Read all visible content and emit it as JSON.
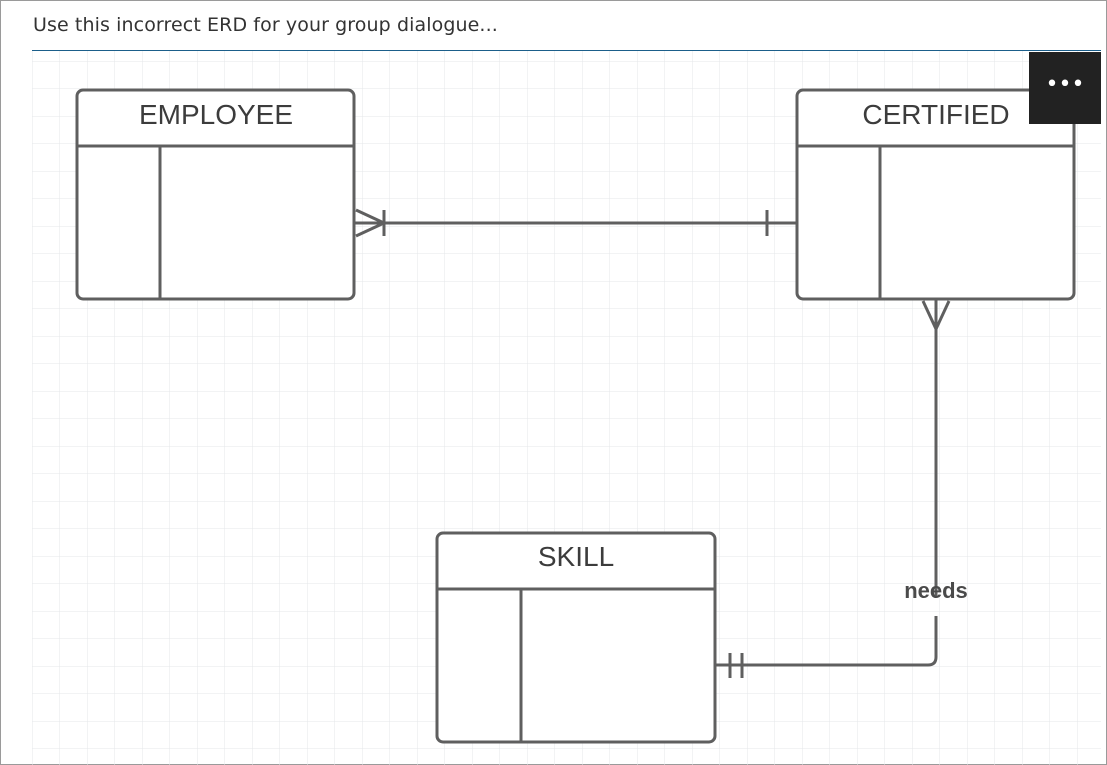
{
  "prompt": {
    "text": "Use this incorrect ERD for your group dialogue..."
  },
  "toolbar": {
    "more_label": "•••"
  },
  "diagram": {
    "entities": [
      {
        "id": "employee",
        "name": "EMPLOYEE"
      },
      {
        "id": "certified",
        "name": "CERTIFIED"
      },
      {
        "id": "skill",
        "name": "SKILL"
      }
    ],
    "relationships": [
      {
        "from": "employee",
        "to": "certified",
        "from_end": "one-or-many",
        "to_end": "one",
        "label": ""
      },
      {
        "from": "certified",
        "to": "skill",
        "from_end": "many",
        "to_end": "one-and-only-one",
        "label": "needs"
      }
    ]
  },
  "colors": {
    "stroke": "#5f5f5f",
    "grid": "#e4e7ea",
    "more_bg": "#222222",
    "accent_line": "#1b5e8a"
  }
}
